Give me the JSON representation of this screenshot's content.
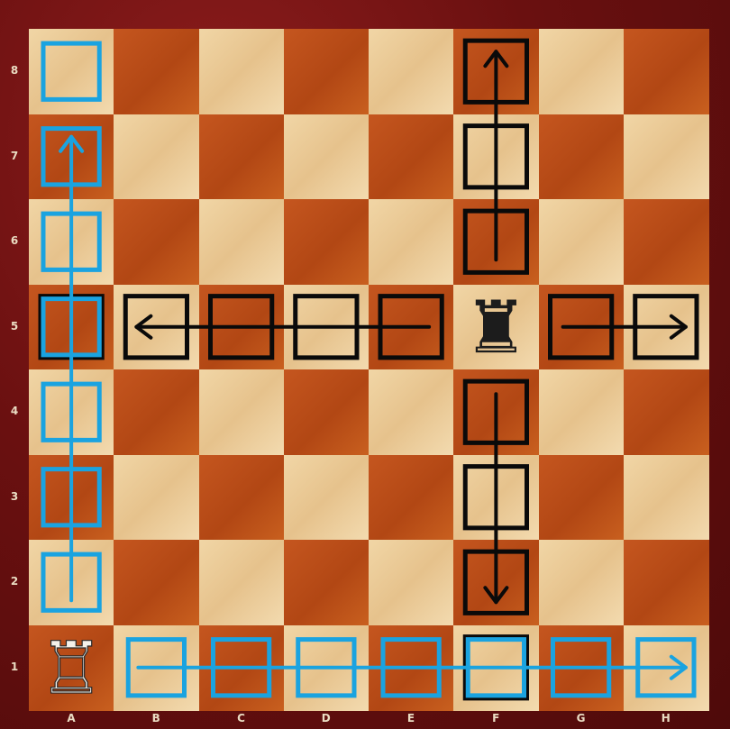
{
  "board": {
    "files": [
      "A",
      "B",
      "C",
      "D",
      "E",
      "F",
      "G",
      "H"
    ],
    "ranks": [
      "8",
      "7",
      "6",
      "5",
      "4",
      "3",
      "2",
      "1"
    ],
    "colors": {
      "light": "#f0d5a5",
      "dark": "#bf5019",
      "frame": "#6a1010",
      "label": "#eadcc2"
    }
  },
  "pieces": [
    {
      "square": "F5",
      "type": "rook",
      "color": "black",
      "glyph": "♜"
    },
    {
      "square": "A1",
      "type": "rook",
      "color": "white",
      "glyph": "♖"
    }
  ],
  "highlights": {
    "black": {
      "color": "#0a0a0a",
      "squares": [
        "F8",
        "F7",
        "F6",
        "A5",
        "B5",
        "C5",
        "D5",
        "E5",
        "G5",
        "H5",
        "F4",
        "F3",
        "F2",
        "F1"
      ]
    },
    "blue": {
      "color": "#1aa3e0",
      "squares": [
        "A8",
        "A7",
        "A6",
        "A5",
        "A4",
        "A3",
        "A2",
        "B1",
        "C1",
        "D1",
        "E1",
        "F1",
        "G1",
        "H1"
      ]
    }
  },
  "arrows": [
    {
      "name": "arrow-f-up",
      "color": "black",
      "from": "F6",
      "to": "F8"
    },
    {
      "name": "arrow-rank5-left",
      "color": "black",
      "from": "E5",
      "to": "B5"
    },
    {
      "name": "arrow-rank5-right",
      "color": "black",
      "from": "G5",
      "to": "H5"
    },
    {
      "name": "arrow-f-down",
      "color": "black",
      "from": "F4",
      "to": "F2"
    },
    {
      "name": "arrow-a-up",
      "color": "blue",
      "from": "A2",
      "to": "A7"
    },
    {
      "name": "arrow-rank1-right",
      "color": "blue",
      "from": "B1",
      "to": "H1"
    }
  ]
}
